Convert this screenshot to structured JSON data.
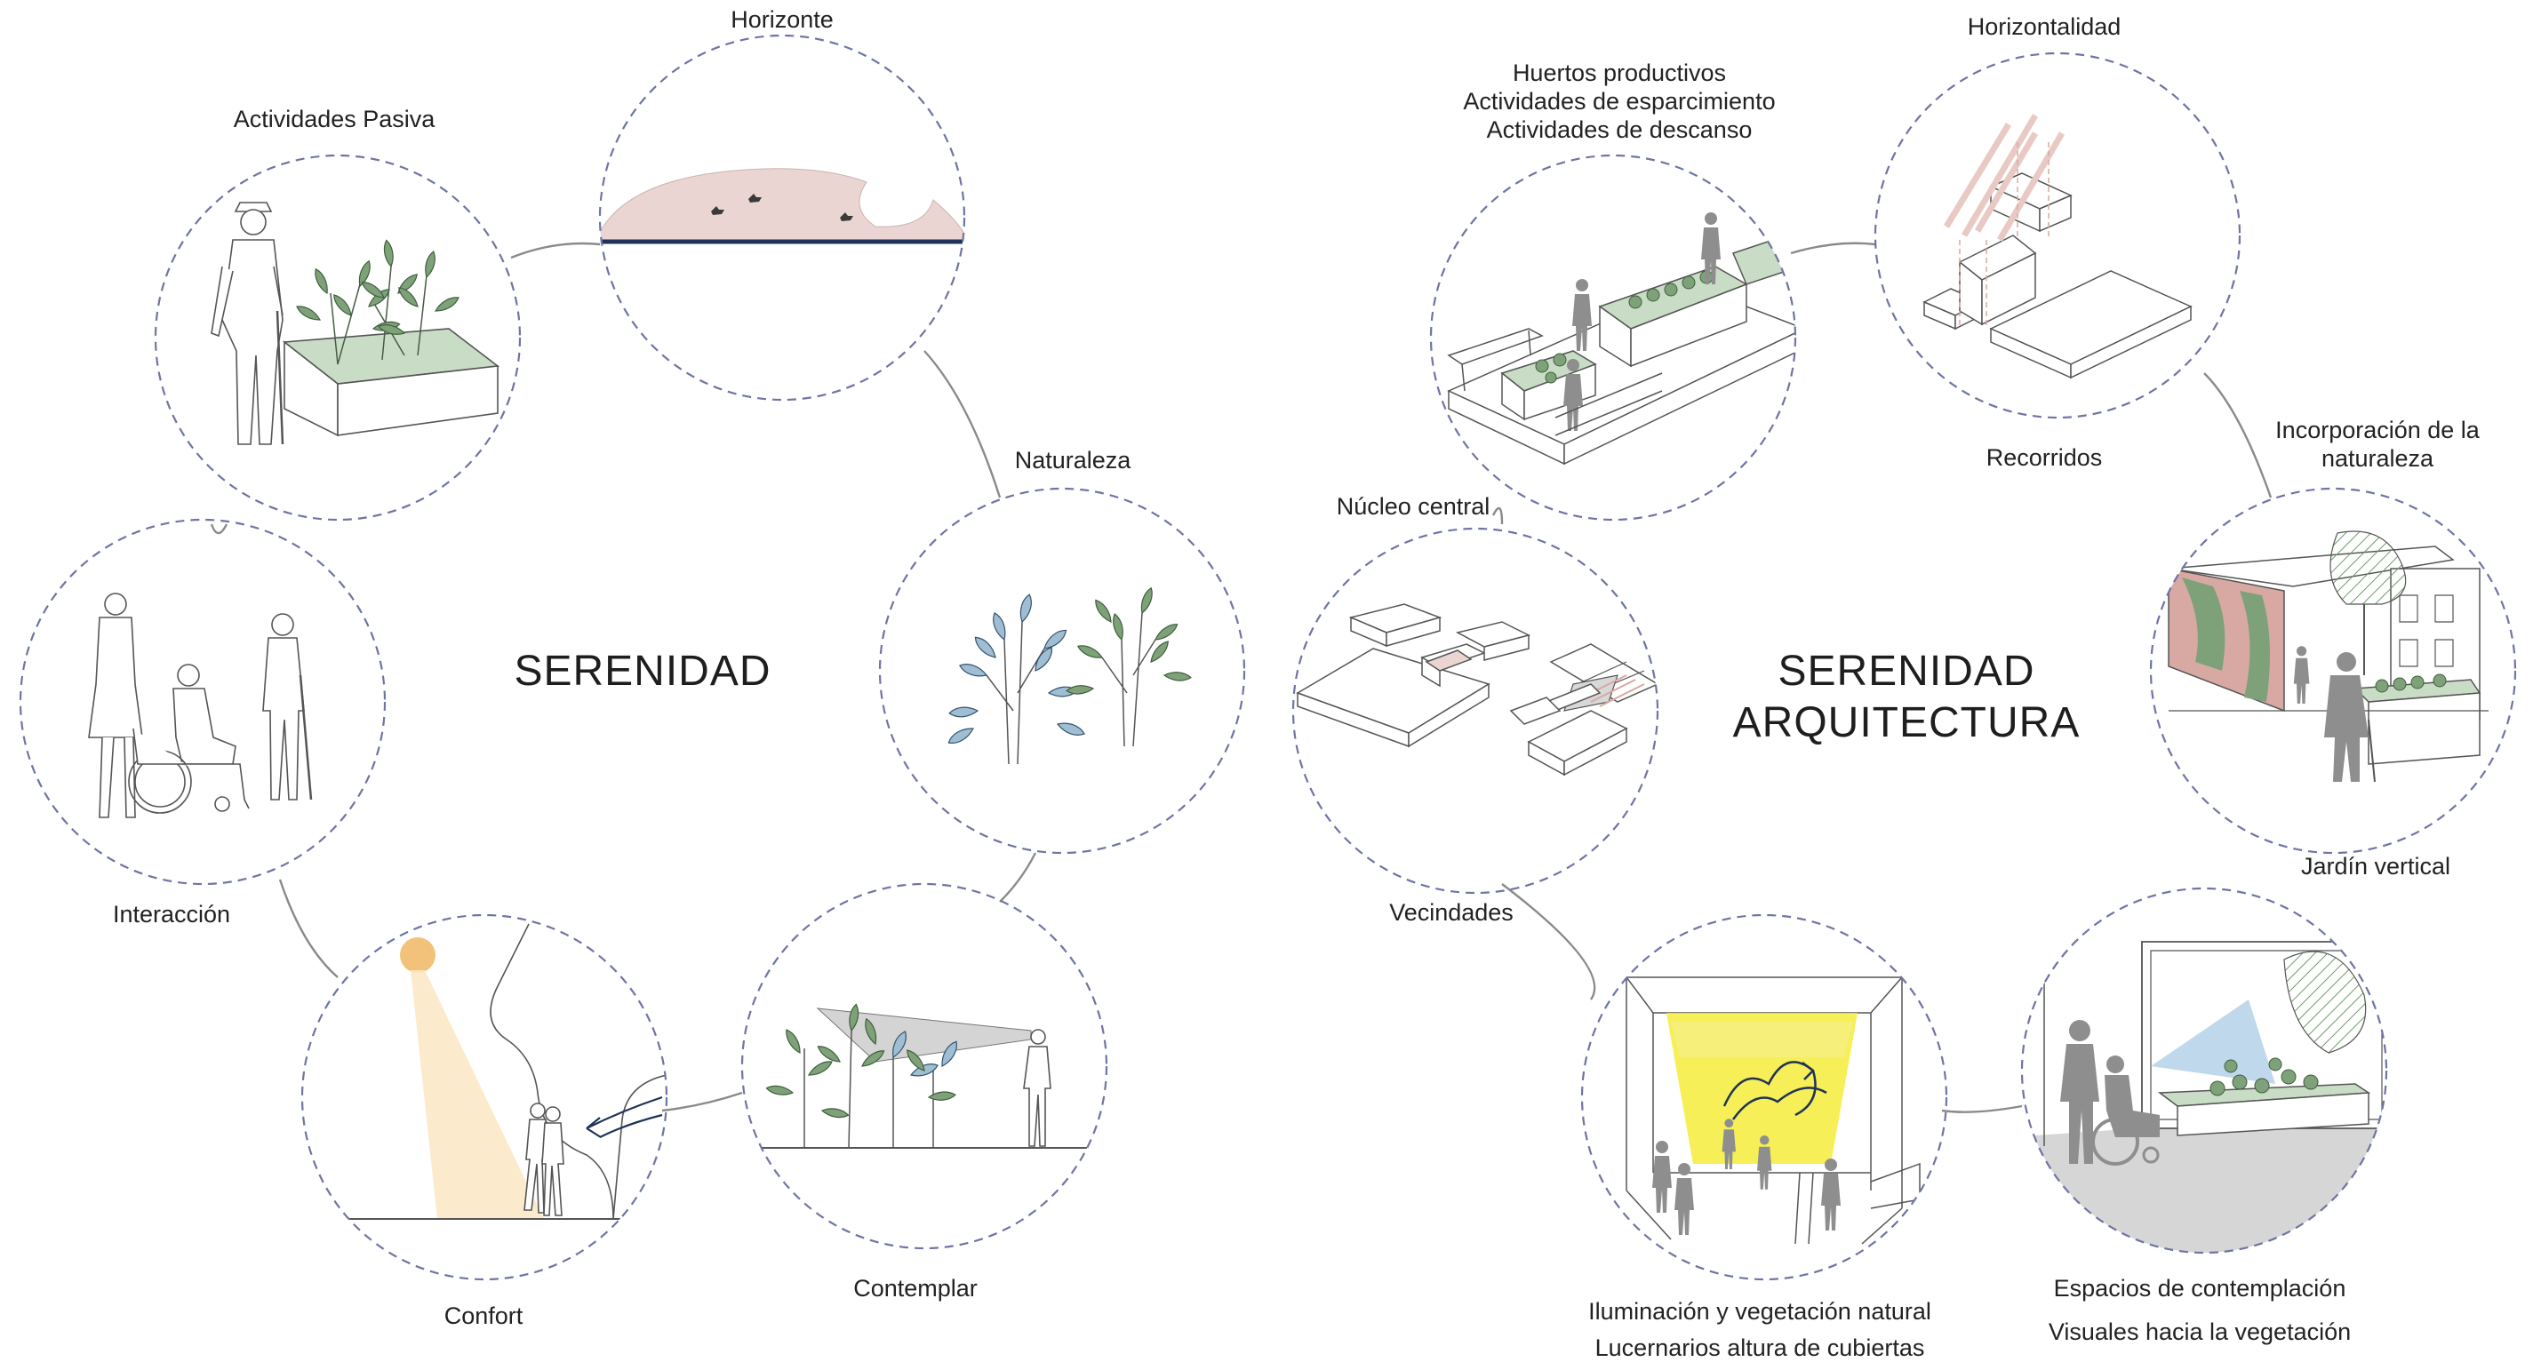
{
  "left_diagram": {
    "title": "SERENIDAD",
    "nodes": [
      {
        "id": "actividades",
        "label": "Actividades Pasiva"
      },
      {
        "id": "horizonte",
        "label": "Horizonte"
      },
      {
        "id": "naturaleza",
        "label": "Naturaleza"
      },
      {
        "id": "contemplar",
        "label": "Contemplar"
      },
      {
        "id": "confort",
        "label": "Confort"
      },
      {
        "id": "interaccion",
        "label": "Interacción"
      }
    ]
  },
  "right_diagram": {
    "title_line1": "SERENIDAD",
    "title_line2": "ARQUITECTURA",
    "nodes": [
      {
        "id": "huertos",
        "lines": [
          "Huertos productivos",
          "Actividades de esparcimiento",
          "Actividades de descanso"
        ]
      },
      {
        "id": "horizontalidad",
        "label": "Horizontalidad",
        "sub": "Recorridos"
      },
      {
        "id": "incorporacion",
        "lines": [
          "Incorporación de la",
          "naturaleza"
        ],
        "sub": "Jardín vertical"
      },
      {
        "id": "contemplacion",
        "lines": [
          "Espacios de contemplación",
          "Visuales hacia la vegetación"
        ]
      },
      {
        "id": "iluminacion",
        "lines": [
          "Iluminación y vegetación natural",
          "Lucernarios altura de cubiertas"
        ]
      },
      {
        "id": "nucleo",
        "label": "Núcleo central",
        "sub": "Vecindades"
      }
    ]
  },
  "colors": {
    "ring": "#6f74a6",
    "connector": "#8a8a8a",
    "leaf_green": "#6f9a6b",
    "leaf_blue": "#8aaac4",
    "planter_fill": "#c9dcc5",
    "horizon_fill": "#ead5d2",
    "horizon_line": "#1f3358",
    "light_yellow": "#f4ec3a",
    "sun": "#f3c27a",
    "light_cone": "#fbe6c4",
    "figure_grey": "#8e8e8e",
    "pink_hatch": "#e8c9c4"
  }
}
